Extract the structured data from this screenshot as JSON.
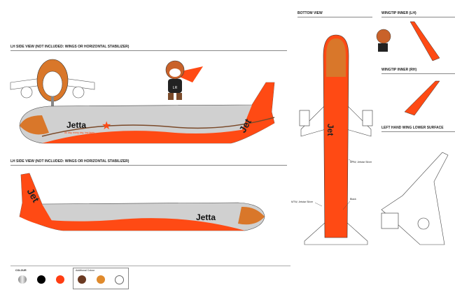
{
  "sections": {
    "lh_side_view_1": "LH SIDE VIEW (NOT INCLUDED: WINGS OR HORIZONTAL STABILIZER)",
    "lh_side_view_2": "LH SIDE VIEW (NOT INCLUDED: WINGS OR HORIZONTAL STABILIZER)",
    "bottom_view": "BOTTOM VIEW",
    "wingtip_lh": "WINGTIP INNER (LH)",
    "wingtip_rh": "WINGTIP INNER (RH)",
    "left_wing_lower": "LEFT HAND WING LOWER SURFACE"
  },
  "livery": {
    "brand": "Jetta",
    "tail_logo": "Jet",
    "slogan": "All day, every day, low fares",
    "mascot_badge": "LR"
  },
  "callouts": {
    "silver_1": "MTW, Jetstar Silver",
    "silver_2": "MTW, Jetstar Silver",
    "black": "Black"
  },
  "legend": {
    "colour_label": "COLOUR",
    "additional_label": "Additional Colour",
    "colours": [
      "#b0b0b0",
      "#000000",
      "#ff3d12"
    ],
    "additional_colours": [
      "#6b3a22",
      "#e08a2c",
      "#ffffff"
    ]
  },
  "colors": {
    "orange": "#ff4a14",
    "silver": "#d0d0d0",
    "brown": "#7a4a2a",
    "fox": "#d9772a"
  }
}
